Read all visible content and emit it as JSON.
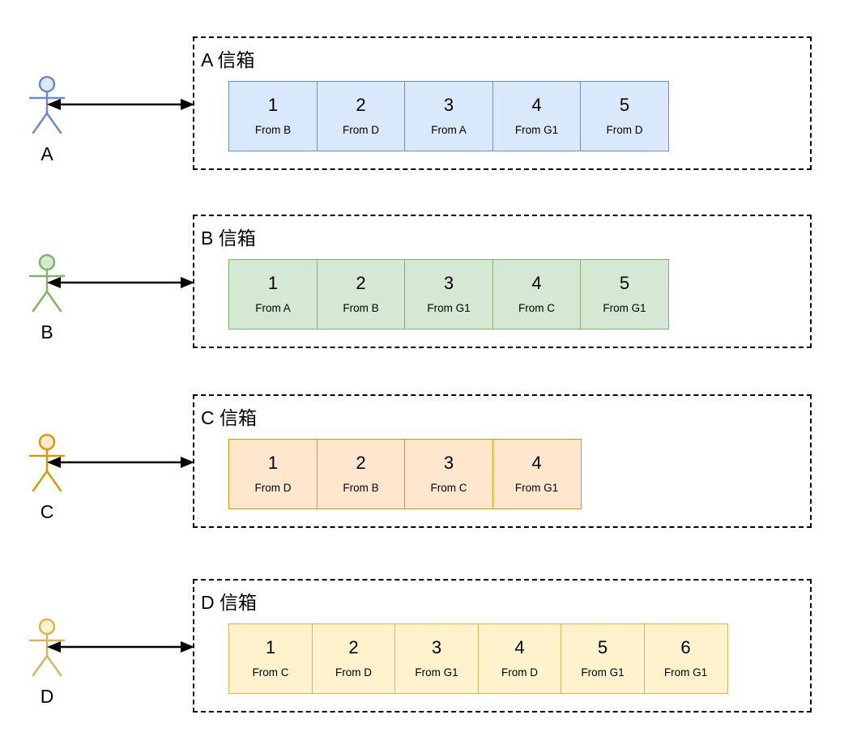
{
  "diagram": {
    "mailboxes": [
      {
        "actor": "A",
        "title": "A 信箱",
        "colors": {
          "fill": "#dae8fc",
          "stroke": "#6c8ebf"
        },
        "slots": [
          {
            "index": "1",
            "from": "From B"
          },
          {
            "index": "2",
            "from": "From D"
          },
          {
            "index": "3",
            "from": "From A"
          },
          {
            "index": "4",
            "from": "From G1"
          },
          {
            "index": "5",
            "from": "From D"
          }
        ]
      },
      {
        "actor": "B",
        "title": "B 信箱",
        "colors": {
          "fill": "#d5e8d4",
          "stroke": "#82b366"
        },
        "slots": [
          {
            "index": "1",
            "from": "From A"
          },
          {
            "index": "2",
            "from": "From B"
          },
          {
            "index": "3",
            "from": "From G1"
          },
          {
            "index": "4",
            "from": "From C"
          },
          {
            "index": "5",
            "from": "From G1"
          }
        ]
      },
      {
        "actor": "C",
        "title": "C 信箱",
        "colors": {
          "fill": "#ffe6cc",
          "stroke": "#d79b00"
        },
        "slots": [
          {
            "index": "1",
            "from": "From D"
          },
          {
            "index": "2",
            "from": "From B"
          },
          {
            "index": "3",
            "from": "From C"
          },
          {
            "index": "4",
            "from": "From G1"
          }
        ]
      },
      {
        "actor": "D",
        "title": "D 信箱",
        "colors": {
          "fill": "#fff2cc",
          "stroke": "#d6b656"
        },
        "slots": [
          {
            "index": "1",
            "from": "From C"
          },
          {
            "index": "2",
            "from": "From D"
          },
          {
            "index": "3",
            "from": "From G1"
          },
          {
            "index": "4",
            "from": "From D"
          },
          {
            "index": "5",
            "from": "From G1"
          },
          {
            "index": "6",
            "from": "From G1"
          }
        ]
      }
    ]
  }
}
